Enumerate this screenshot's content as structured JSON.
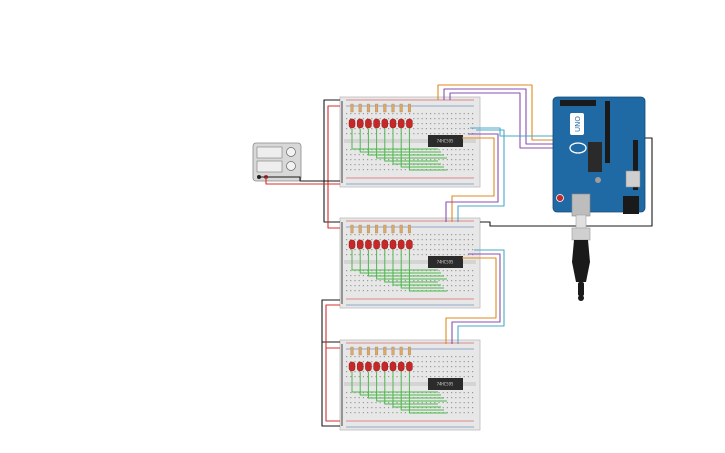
{
  "circuit": {
    "breadboards": [
      {
        "chip_label": "74HC595"
      },
      {
        "chip_label": "74HC595"
      },
      {
        "chip_label": "74HC595"
      }
    ],
    "leds_per_board": 8,
    "arduino": {
      "logo_text": "UNO"
    },
    "colors": {
      "breadboard": "#e7e7e7",
      "rail_red": "#d32f2f",
      "rail_blue": "#3f6fb5",
      "led": "#c62828",
      "resistor": "#d9a86a",
      "chip": "#2b2b2b",
      "wire_orange": "#e08a1e",
      "wire_purple": "#8a4fb0",
      "wire_cyan": "#4aa8c8",
      "wire_green": "#4fb84f",
      "wire_black": "#1a1a1a",
      "wire_red": "#d32f2f",
      "arduino": "#1f6aa5"
    }
  }
}
